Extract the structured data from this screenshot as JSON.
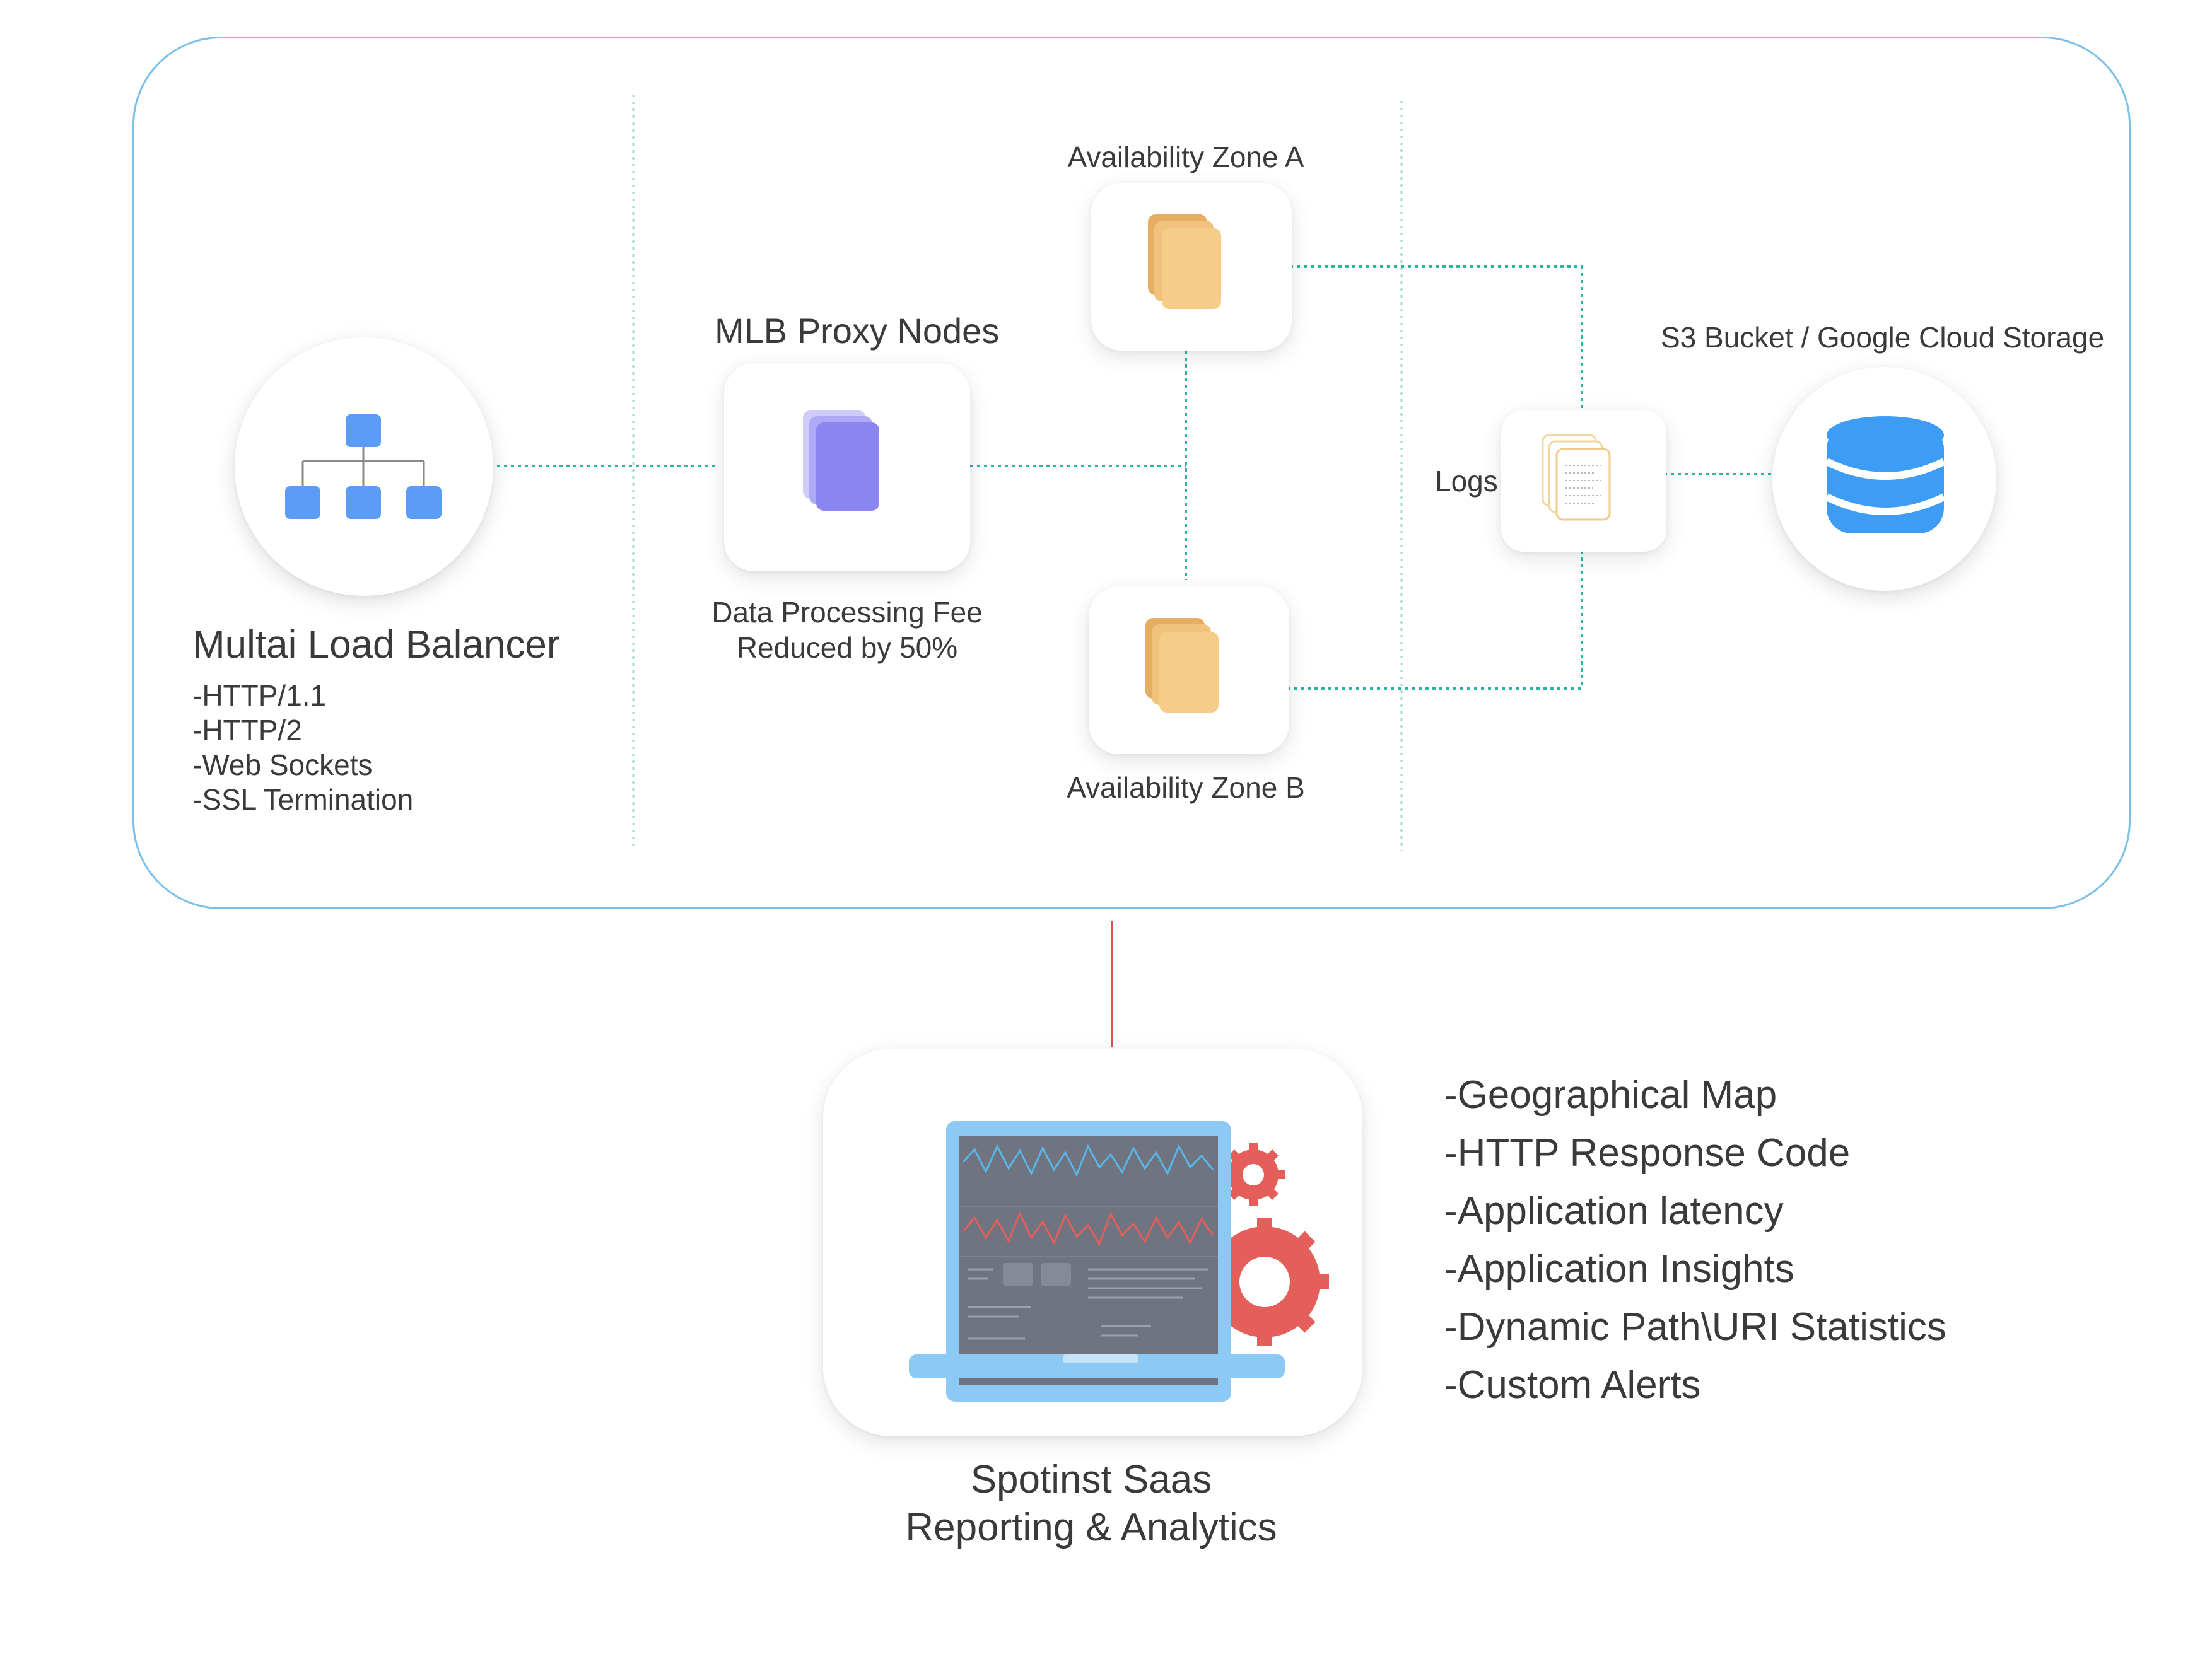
{
  "load_balancer": {
    "title": "Multai Load Balancer",
    "features": [
      "-HTTP/1.1",
      "-HTTP/2",
      "-Web Sockets",
      "-SSL Termination"
    ],
    "icon": "network-hierarchy-icon"
  },
  "proxy_nodes": {
    "title": "MLB Proxy Nodes",
    "note_line1": "Data Processing Fee",
    "note_line2": "Reduced by 50%",
    "icon": "stacked-documents-icon"
  },
  "zones": {
    "a_label": "Availability Zone A",
    "b_label": "Availability Zone B",
    "icon": "stacked-documents-icon"
  },
  "logs": {
    "label": "Logs",
    "icon": "log-files-icon"
  },
  "storage": {
    "label": "S3 Bucket / Google Cloud Storage",
    "icon": "database-icon"
  },
  "reporting": {
    "title_line1": "Spotinst Saas",
    "title_line2": "Reporting & Analytics",
    "icon": "laptop-dashboard-icon",
    "features": [
      "-Geographical Map",
      "-HTTP Response Code",
      "-Application latency",
      "-Application Insights",
      "-Dynamic Path\\URI Statistics",
      "-Custom Alerts"
    ]
  },
  "colors": {
    "panel_border": "#7cc0ea",
    "connector": "#2bb3a4",
    "reporting_link": "#d9534f",
    "node_blue": "#5b9cf6",
    "proxy_purple": "#8b86f2",
    "zone_orange": "#f6cd88",
    "db_blue": "#3d9df5",
    "gear_red": "#e45e5a",
    "laptop_blue": "#8cc9f4"
  }
}
